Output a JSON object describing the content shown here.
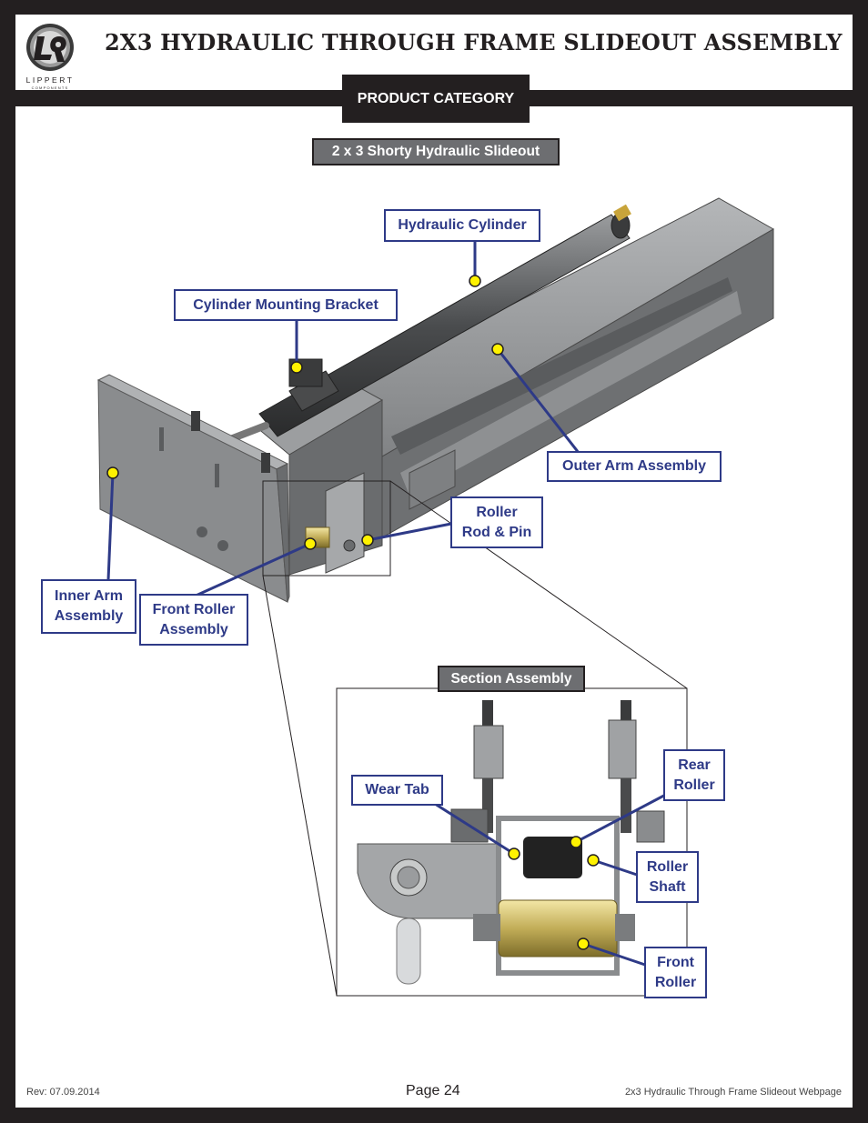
{
  "header": {
    "title": "2X3 HYDRAULIC THROUGH FRAME SLIDEOUT ASSEMBLY",
    "logo": {
      "brand": "LIPPERT",
      "sub": "COMPONENTS"
    }
  },
  "category_tab": {
    "label": "PRODUCT CATEGORY"
  },
  "diagram": {
    "subtitle": "2 x 3 Shorty Hydraulic Slideout",
    "section_label": "Section Assembly",
    "callouts": {
      "hydraulic_cylinder": [
        "Hydraulic Cylinder"
      ],
      "cylinder_mounting_bracket": [
        "Cylinder Mounting Bracket"
      ],
      "outer_arm_assembly": [
        "Outer Arm Assembly"
      ],
      "roller_rod_pin": [
        "Roller",
        "Rod & Pin"
      ],
      "inner_arm_assembly": [
        "Inner Arm",
        "Assembly"
      ],
      "front_roller_assembly": [
        "Front Roller",
        "Assembly"
      ],
      "wear_tab": [
        "Wear Tab"
      ],
      "rear_roller": [
        "Rear",
        "Roller"
      ],
      "roller_shaft": [
        "Roller",
        "Shaft"
      ],
      "front_roller": [
        "Front",
        "Roller"
      ]
    },
    "colors": {
      "callout": "#2e3a87",
      "dot": "#fff200",
      "metal": "#8a8c8e"
    }
  },
  "footer": {
    "rev": "Rev: 07.09.2014",
    "page": "Page 24",
    "doc": "2x3 Hydraulic Through Frame Slideout Webpage"
  }
}
